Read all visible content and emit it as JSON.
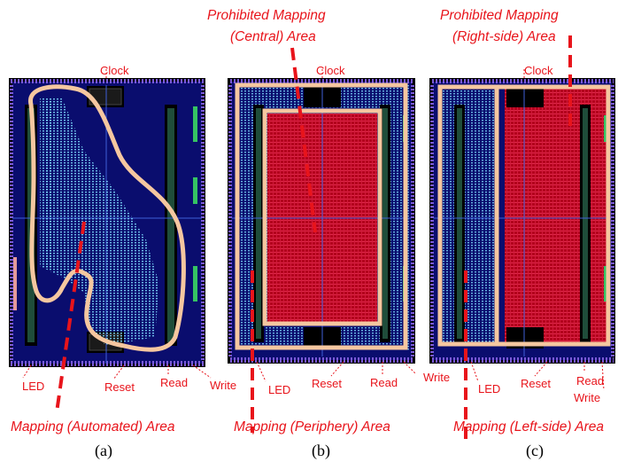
{
  "panels": [
    {
      "caption": "(a)",
      "top_annotation": "",
      "bottom_annotation": "Mapping (Automated) Area",
      "labels": {
        "clock": "Clock",
        "led": "LED",
        "reset": "Reset",
        "read": "Read",
        "write": "Write"
      }
    },
    {
      "caption": "(b)",
      "top_annotation_line1": "Prohibited Mapping",
      "top_annotation_line2": "(Central) Area",
      "bottom_annotation": "Mapping (Periphery) Area",
      "labels": {
        "clock": "Clock",
        "led": "LED",
        "reset": "Reset",
        "read": "Read",
        "write": "Write"
      }
    },
    {
      "caption": "(c)",
      "top_annotation_line1": "Prohibited Mapping",
      "top_annotation_line2": "(Right-side) Area",
      "bottom_annotation": "Mapping (Left-side) Area",
      "labels": {
        "clock": "Clock",
        "led": "LED",
        "reset": "Reset",
        "read": "Read",
        "write": "Write"
      }
    }
  ],
  "colors": {
    "annotation_red": "#e8141b",
    "outline_peach": "#f5c7a0",
    "die_blue": "#0b0f7a",
    "prohibited_fill": "#c0001e",
    "cell_dots": "#74d8ff",
    "io_ring": "#6b5cc8"
  }
}
